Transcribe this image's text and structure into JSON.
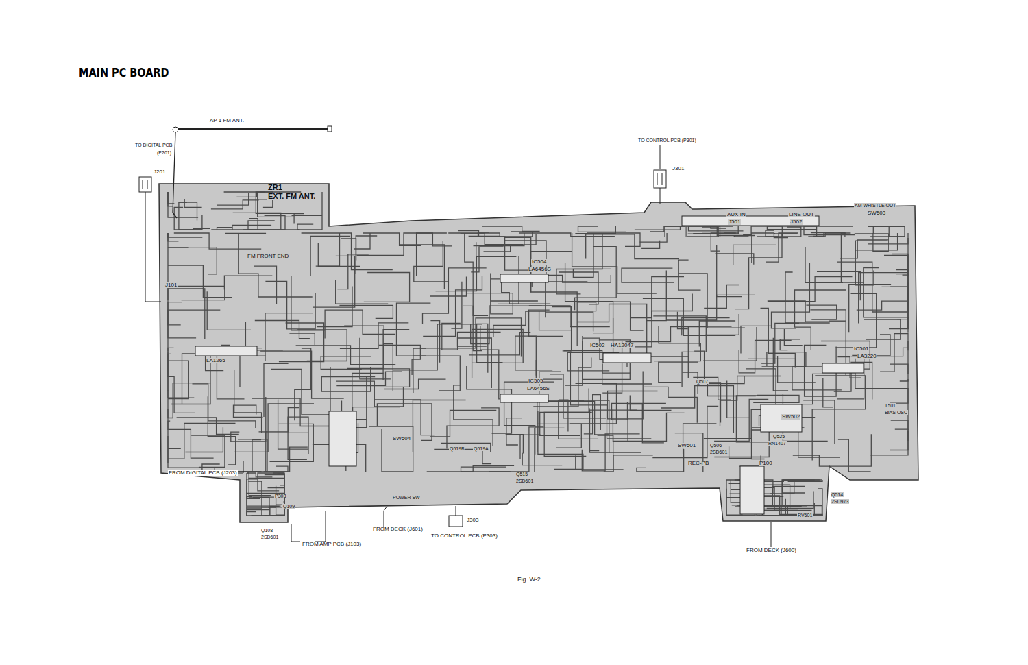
{
  "diagram": {
    "title": "MAIN PC BOARD",
    "caption": "Fig. W-2",
    "labels": [
      "AP 1 FM ANT.",
      "TO DIGITAL PCB",
      "(P201)",
      "J201",
      "ZR1",
      "EXT. FM ANT.",
      "FM FRONT END",
      "J101",
      "LA1265",
      "IC504",
      "LA6456S",
      "IC505",
      "LA6456S",
      "IC502",
      "HA12047",
      "IC501",
      "LA3220",
      "SW502",
      "SW501",
      "REC-PB",
      "SW504",
      "POWER SW",
      "P100",
      "AUX IN",
      "J501",
      "LINE OUT",
      "J502",
      "AM WHISTLE OUT",
      "SW503",
      "TO CONTROL PCB (P301)",
      "J301",
      "FROM DIGITAL PCB (J203)",
      "FROM AMP PCB (J103)",
      "FROM DECK (J601)",
      "J303",
      "TO CONTROL PCB (P303)",
      "FROM DECK (J600)",
      "P303",
      "Q514",
      "2SD973",
      "RV501",
      "T501",
      "BIAS OSC",
      "Q525",
      "RN1407",
      "Q506",
      "2SD601",
      "Q507",
      "Q519B",
      "Q519A",
      "Q515",
      "2SD601",
      "Q108",
      "2SD601",
      "Q109"
    ]
  }
}
